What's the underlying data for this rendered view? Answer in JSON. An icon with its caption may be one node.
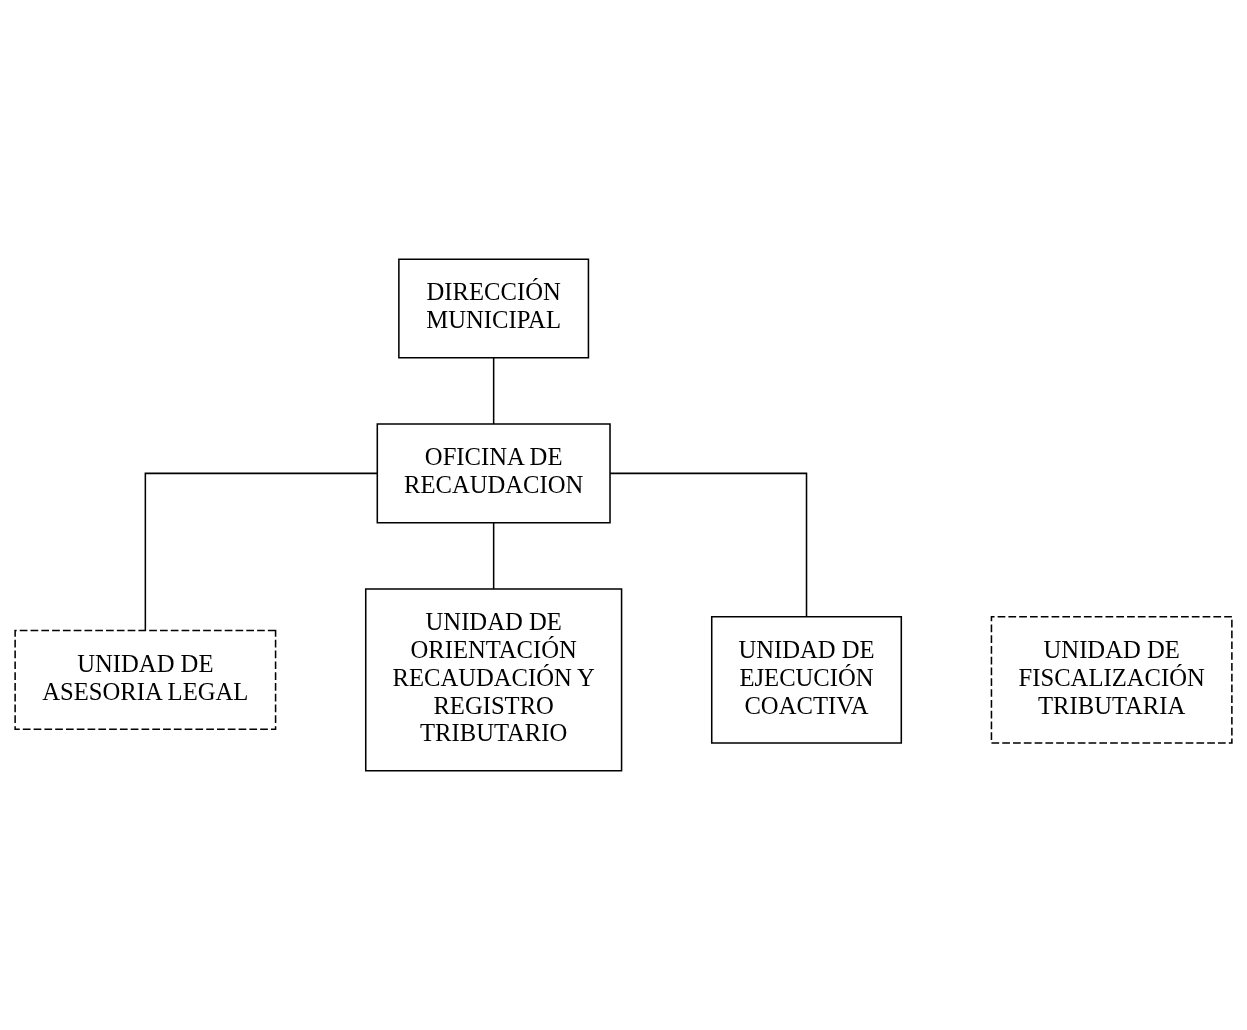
{
  "diagram": {
    "nodes": [
      {
        "text": [
          "DIRECCIÓN MUNICIPAL"
        ]
      },
      {
        "text": [
          "OFICINA DE RECAUDACION"
        ]
      },
      {
        "text": [
          "UNIDAD DE ASESORIA LEGAL"
        ]
      },
      {
        "text": [
          "UNIDAD DE ORIENTACIÓN RECAUDACIÓN Y REGISTRO TRIBUTARIO"
        ]
      },
      {
        "text": [
          "UNIDAD DE FISCALIZACIÓN TRIBUTARIA"
        ]
      },
      {
        "text": [
          "UNIDAD DE EJECUCIÓN COACTIVA"
        ]
      }
    ],
    "edges": [
      {
        "from": 0,
        "to": 1,
        "arrow": "none"
      },
      {
        "from": 1,
        "to": 2,
        "arrow": "none"
      },
      {
        "from": 1,
        "to": 3,
        "arrow": "none"
      },
      {
        "from": 1,
        "to": 5,
        "arrow": "none"
      }
    ]
  }
}
